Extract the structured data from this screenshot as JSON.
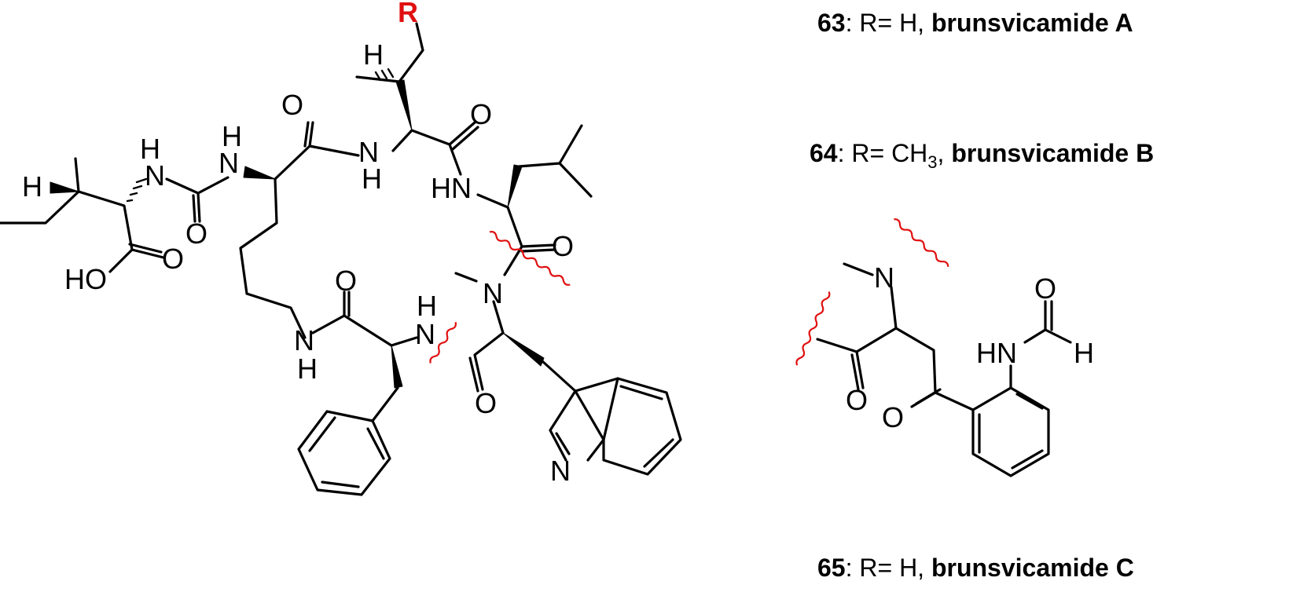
{
  "colors": {
    "bond": "#000000",
    "r_group": "#e01010",
    "cleavage_mark": "#e01010"
  },
  "atoms": {
    "r": "R",
    "h": "H",
    "o": "O",
    "n": "N",
    "nh": "NH",
    "hn": "HN",
    "ho": "HO"
  },
  "compounds": [
    {
      "number": "63",
      "substituent": ": R= H, ",
      "name": "brunsvicamide A"
    },
    {
      "number": "64",
      "substituent_pre": ": R= CH",
      "subscript": "3",
      "substituent_post": ", ",
      "name": "brunsvicamide B"
    },
    {
      "number": "65",
      "substituent": ": R= H, ",
      "name": "brunsvicamide C"
    }
  ]
}
